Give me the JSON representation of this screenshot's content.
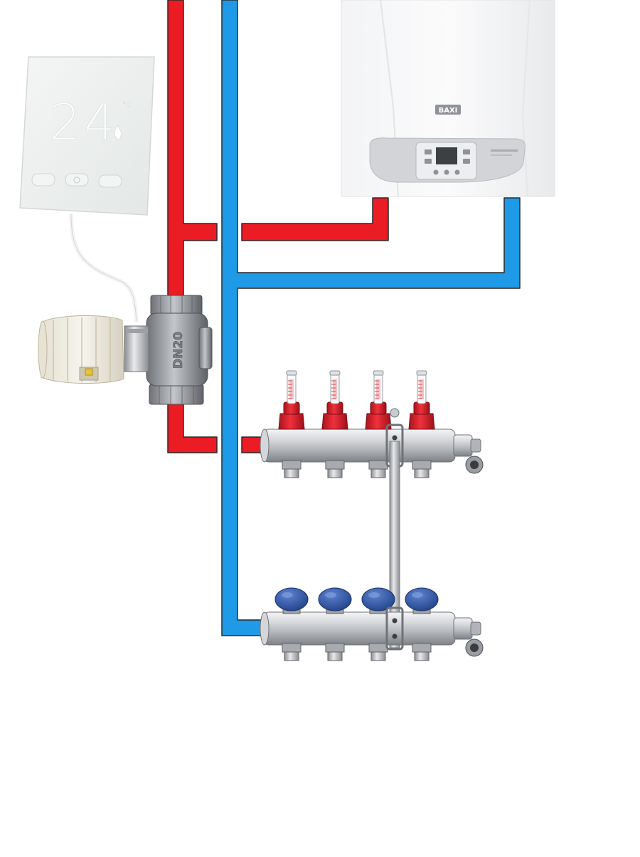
{
  "thermostat": {
    "temperature": "24",
    "unit": "°C",
    "mode_icon": "flame-icon",
    "buttons": [
      "minus-button",
      "power-button",
      "plus-button"
    ]
  },
  "boiler": {
    "brand": "BAXI",
    "display_value": "",
    "control_panel_icons": [
      "left-arrow-icon",
      "right-arrow-icon",
      "menu-icon",
      "ok-icon"
    ]
  },
  "valve": {
    "size_marking": "DN20"
  },
  "manifold_supply": {
    "ports": 4,
    "cap_color": "#e52531",
    "flowmeters": 4
  },
  "manifold_return": {
    "ports": 4,
    "cap_color": "#2f58a8"
  },
  "colors": {
    "hot_pipe": "#ec1c24",
    "cold_pipe": "#1e9ae6",
    "pipe_outline": "#2a2a2a",
    "chrome": "#c9ccd0"
  }
}
